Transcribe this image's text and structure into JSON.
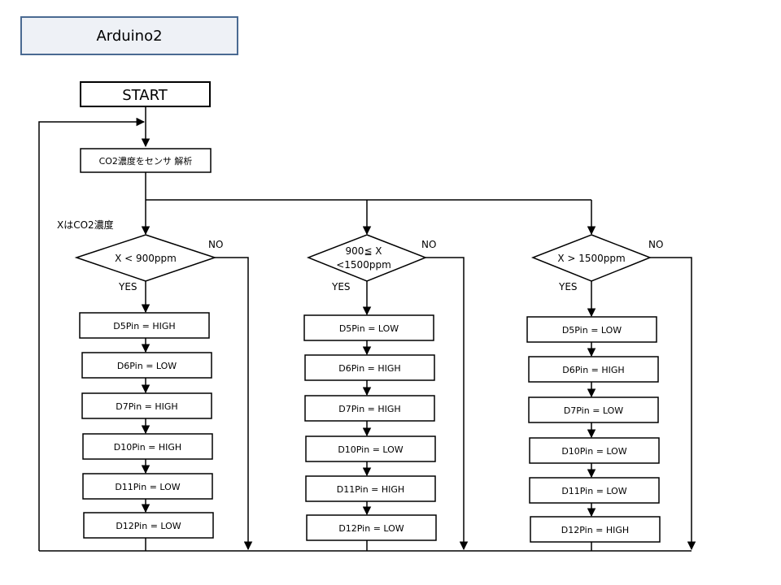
{
  "title": "Arduino2",
  "start_label": "START",
  "sensor_label": "CO2濃度をセンサ 解析",
  "variable_note": "XはCO2濃度",
  "yes_label": "YES",
  "no_label": "NO",
  "branches": [
    {
      "condition_lines": [
        "X < 900ppm"
      ],
      "actions": [
        "D5Pin = HIGH",
        "D6Pin = LOW",
        "D7Pin = HIGH",
        "D10Pin = HIGH",
        "D11Pin = LOW",
        "D12Pin = LOW"
      ]
    },
    {
      "condition_lines": [
        "900≦ X",
        "<1500ppm"
      ],
      "actions": [
        "D5Pin = LOW",
        "D6Pin = HIGH",
        "D7Pin = HIGH",
        "D10Pin = LOW",
        "D11Pin = HIGH",
        "D12Pin = LOW"
      ]
    },
    {
      "condition_lines": [
        "X > 1500ppm"
      ],
      "actions": [
        "D5Pin = LOW",
        "D6Pin = HIGH",
        "D7Pin = LOW",
        "D10Pin = LOW",
        "D11Pin = LOW",
        "D12Pin = HIGH"
      ]
    }
  ]
}
